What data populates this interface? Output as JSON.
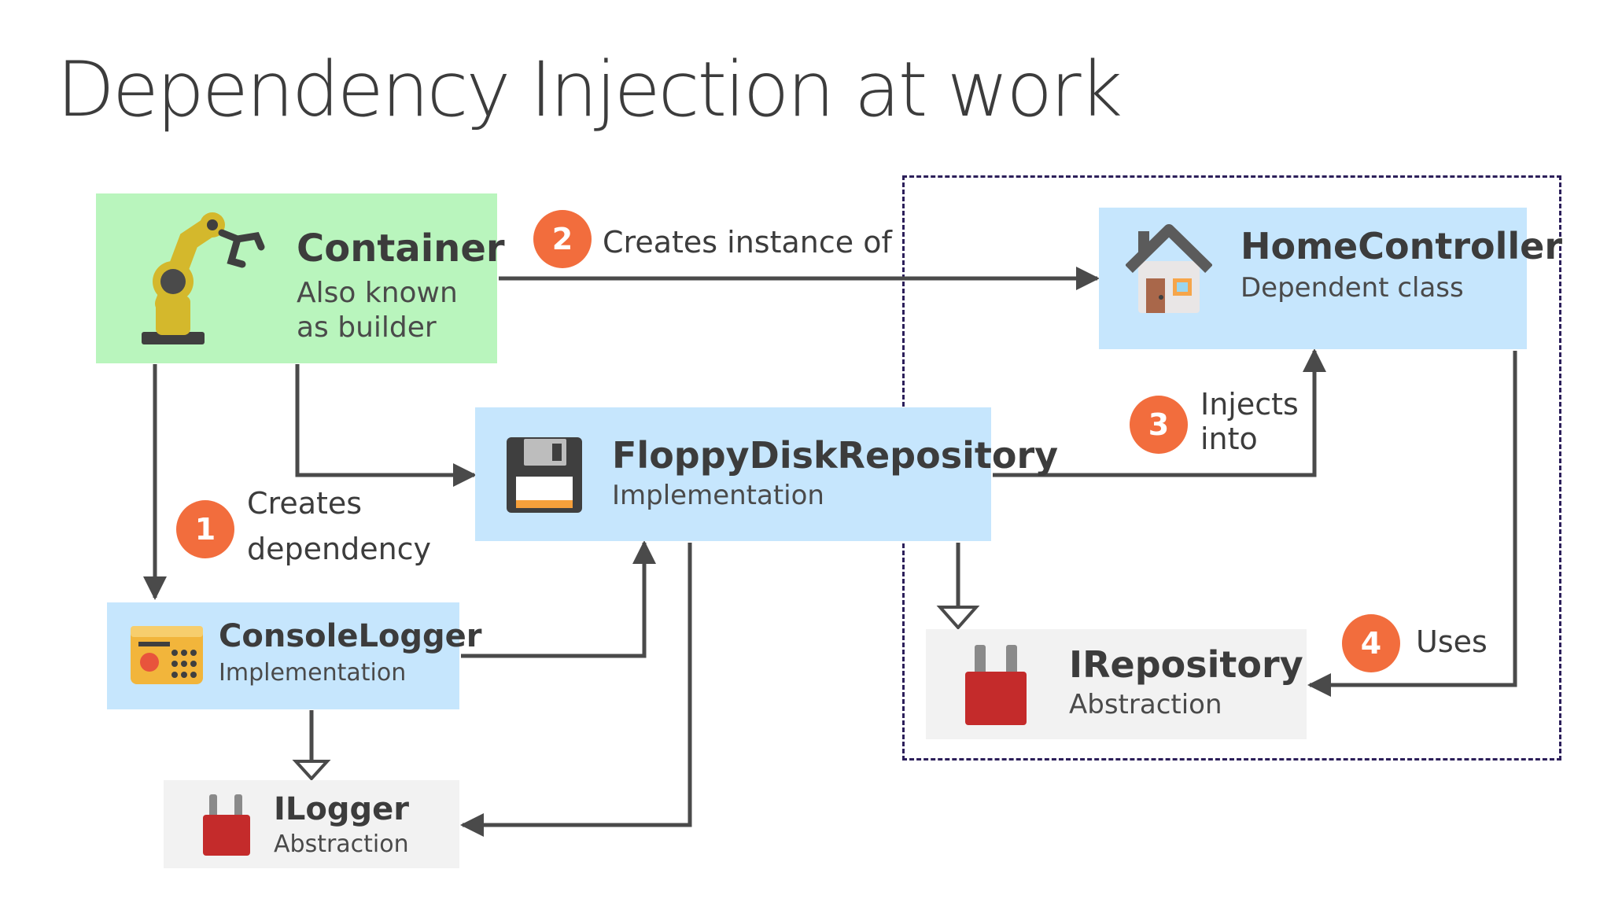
{
  "title": "Dependency Injection at work",
  "colors": {
    "green_box": "#b9f5bd",
    "blue_box": "#c6e6fd",
    "gray_box": "#f2f2f2",
    "badge": "#f26d3d",
    "line": "#4a4a4a",
    "dashed_border": "#2c1f5a",
    "text": "#3c3c3c"
  },
  "nodes": {
    "container": {
      "title": "Container",
      "sub1": "Also known",
      "sub2": "as builder",
      "icon": "robot-arm-icon"
    },
    "home_controller": {
      "title": "HomeController",
      "sub": "Dependent class",
      "icon": "house-icon"
    },
    "floppy_repo": {
      "title": "FloppyDiskRepository",
      "sub": "Implementation",
      "icon": "floppy-disk-icon"
    },
    "console_logger": {
      "title": "ConsoleLogger",
      "sub": "Implementation",
      "icon": "radio-icon"
    },
    "ilogger": {
      "title": "ILogger",
      "sub": "Abstraction",
      "icon": "plug-icon"
    },
    "irepository": {
      "title": "IRepository",
      "sub": "Abstraction",
      "icon": "plug-icon"
    }
  },
  "steps": [
    {
      "number": "1",
      "line1": "Creates",
      "line2": "dependency"
    },
    {
      "number": "2",
      "line1": "Creates instance of"
    },
    {
      "number": "3",
      "line1": "Injects",
      "line2": "into"
    },
    {
      "number": "4",
      "line1": "Uses"
    }
  ]
}
